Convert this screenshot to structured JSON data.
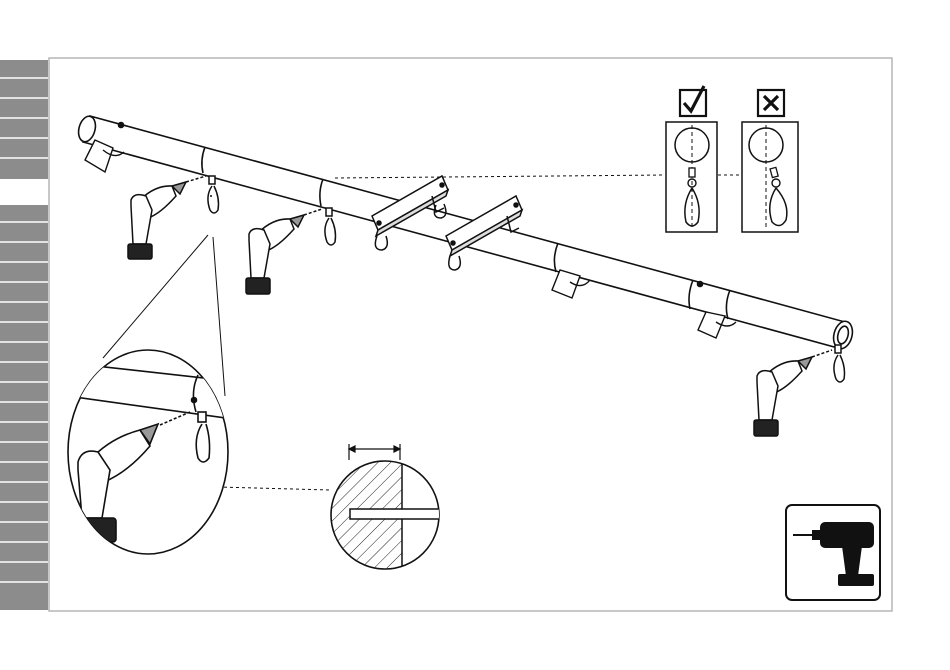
{
  "page": {
    "step_number": "",
    "background_color": "#ffffff",
    "frame_color": "#b0b0b0",
    "sidebar_color": "#8c8c8c",
    "line_color": "#111111"
  },
  "sidebar": {
    "tab_count": 27,
    "active_tab_index": 5
  },
  "assembly": {
    "beam": "horizontal-swing-beam",
    "swing_hangers": 2,
    "hooks_installed": 4,
    "support_brackets": 3
  },
  "orientation_check": {
    "correct_symbol": "checkmark-icon",
    "incorrect_symbol": "cross-icon"
  },
  "tool_icon": "cordless-drill-icon",
  "detail_views": [
    "drill-hook-detail",
    "wood-cross-section-detail"
  ]
}
